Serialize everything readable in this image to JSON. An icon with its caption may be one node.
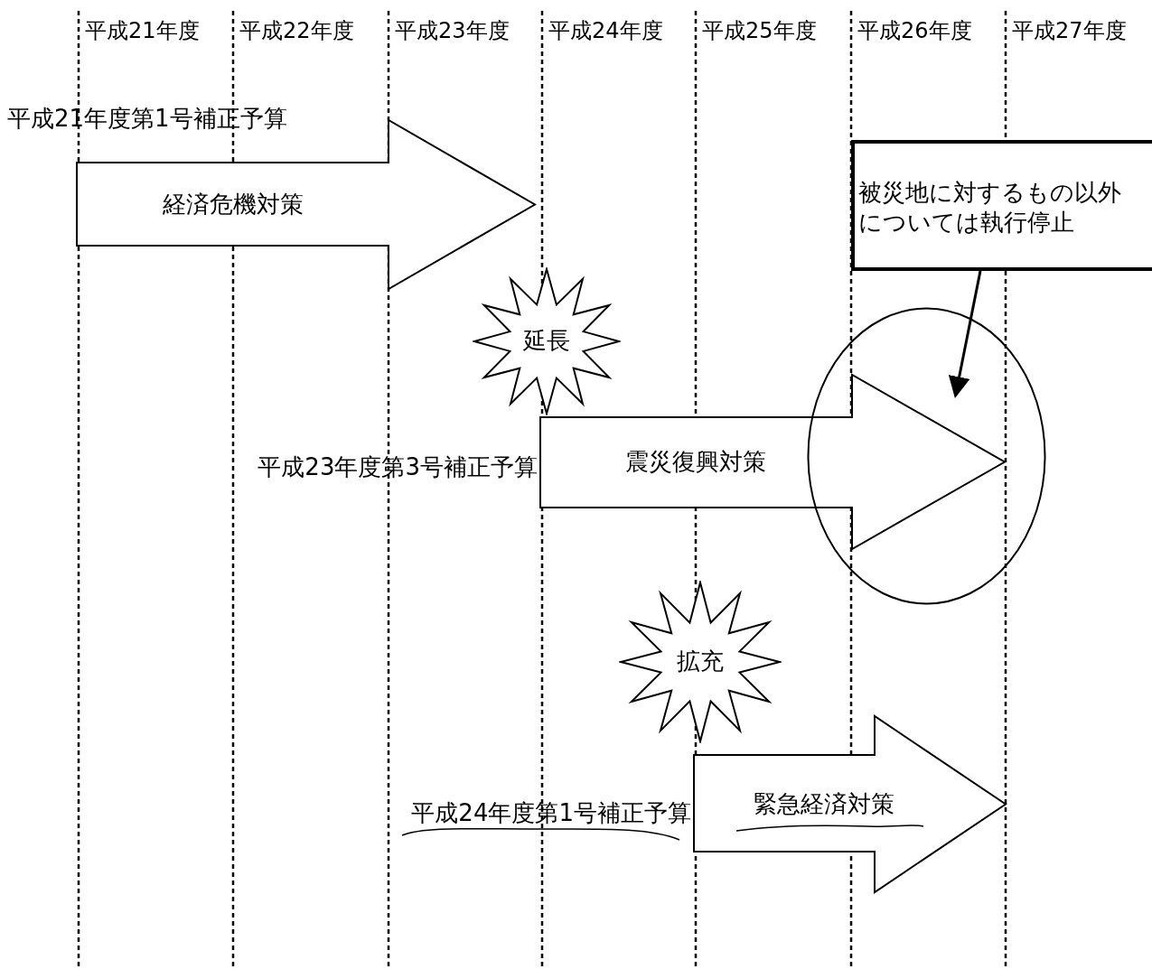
{
  "diagram": {
    "nodes": [
      {
        "text": [
          "経済危機対策"
        ],
        "beside": [
          "平成21年度第1号補正予算"
        ]
      },
      {
        "text": [
          "被災地に対するもの以外については執行停止"
        ]
      },
      {
        "text": [
          "延長"
        ]
      },
      {
        "text": [
          "震災復興対策"
        ],
        "beside": [
          "平成23年度第3号補正予算"
        ]
      },
      {
        "text": [],
        "shape": "circle"
      },
      {
        "text": [
          "拡充"
        ]
      },
      {
        "text": [
          "緊急経済対策"
        ],
        "beside": [
          "平成24年度第1号補正予算"
        ]
      }
    ],
    "edges": [
      {
        "from": 1,
        "to": 4,
        "arrow": "to"
      }
    ],
    "labels": [
      "平成21年度",
      "平成22年度",
      "平成23年度",
      "平成24年度",
      "平成25年度",
      "平成26年度",
      "平成27年度"
    ]
  }
}
